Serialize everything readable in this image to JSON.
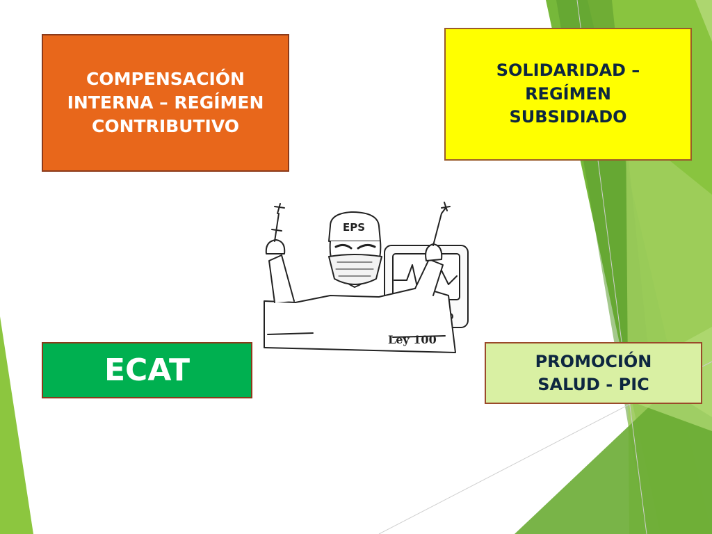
{
  "slide": {
    "boxes": {
      "compensacion": "COMPENSACIÓN\nINTERNA – REGÍMEN\nCONTRIBUTIVO",
      "solidaridad": "SOLIDARIDAD –\nREGÍMEN\nSUBSIDIADO",
      "ecat": "ECAT",
      "promocion": "PROMOCIÓN\nSALUD - PIC"
    },
    "cartoon": {
      "cap_text": "EPS",
      "caption": "Ley 100"
    }
  },
  "colors": {
    "orange_box": "#e8671b",
    "yellow_box": "#ffff00",
    "green_box": "#00b050",
    "light_green_box": "#d9f0a3",
    "accent_green": "#7ab648"
  }
}
